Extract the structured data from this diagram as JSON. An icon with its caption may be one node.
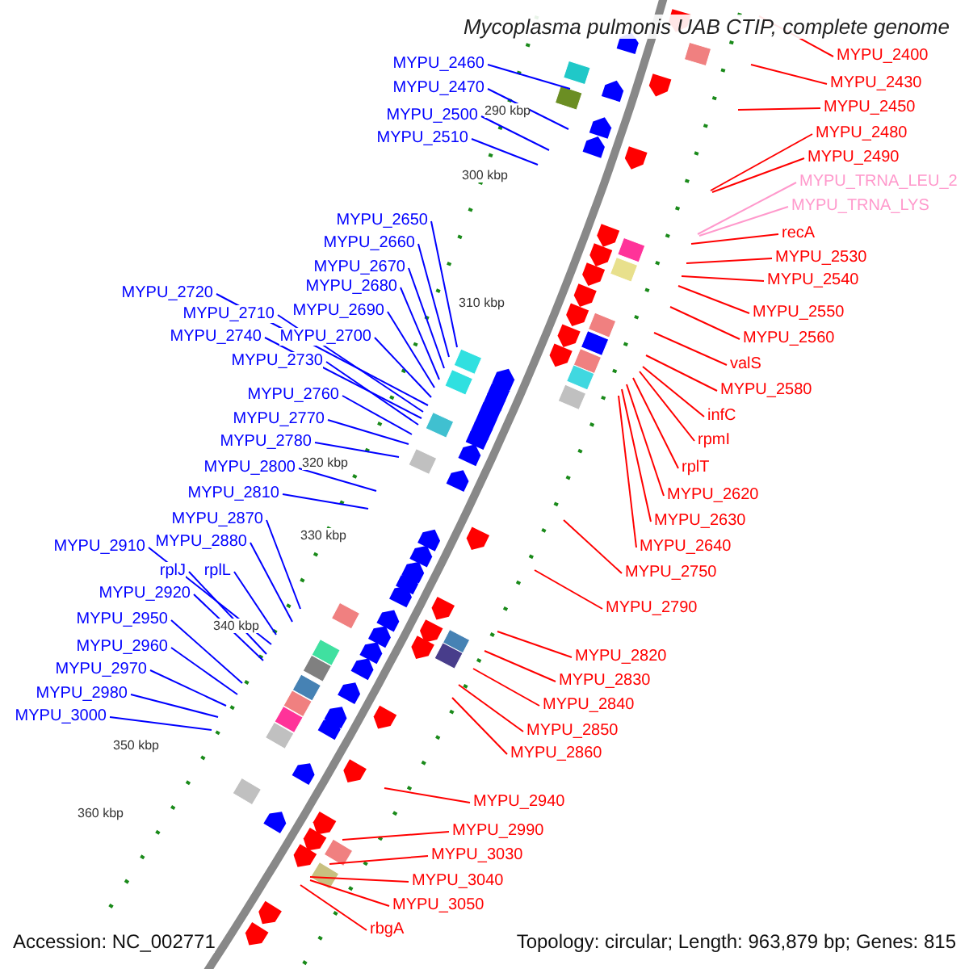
{
  "diagram": {
    "title": "Mycoplasma pulmonis UAB CTIP, complete genome",
    "nodes": [
      {
        "text": [
          "MYPU_2460"
        ]
      },
      {
        "text": [
          "MYPU_2470"
        ]
      },
      {
        "text": [
          "MYPU_2500"
        ]
      },
      {
        "text": [
          "MYPU_2510"
        ]
      },
      {
        "text": [
          "MYPU_2650"
        ]
      },
      {
        "text": [
          "MYPU_2660"
        ]
      },
      {
        "text": [
          "MYPU_2670"
        ]
      },
      {
        "text": [
          "MYPU_2680"
        ]
      },
      {
        "text": [
          "MYPU_2690"
        ]
      },
      {
        "text": [
          "MYPU_2700"
        ]
      },
      {
        "text": [
          "MYPU_2720"
        ]
      },
      {
        "text": [
          "MYPU_2710"
        ]
      },
      {
        "text": [
          "MYPU_2740"
        ]
      },
      {
        "text": [
          "MYPU_2730"
        ]
      },
      {
        "text": [
          "MYPU_2760"
        ]
      },
      {
        "text": [
          "MYPU_2770"
        ]
      },
      {
        "text": [
          "MYPU_2780"
        ]
      },
      {
        "text": [
          "MYPU_2800"
        ]
      },
      {
        "text": [
          "MYPU_2810"
        ]
      },
      {
        "text": [
          "MYPU_2870"
        ]
      },
      {
        "text": [
          "MYPU_2880"
        ]
      },
      {
        "text": [
          "MYPU_2910"
        ]
      },
      {
        "text": [
          "rplJ"
        ]
      },
      {
        "text": [
          "rplL"
        ]
      },
      {
        "text": [
          "MYPU_2920"
        ]
      },
      {
        "text": [
          "MYPU_2950"
        ]
      },
      {
        "text": [
          "MYPU_2960"
        ]
      },
      {
        "text": [
          "MYPU_2970"
        ]
      },
      {
        "text": [
          "MYPU_2980"
        ]
      },
      {
        "text": [
          "MYPU_3000"
        ]
      },
      {
        "text": [
          "MYPU_2400"
        ]
      },
      {
        "text": [
          "MYPU_2430"
        ]
      },
      {
        "text": [
          "MYPU_2450"
        ]
      },
      {
        "text": [
          "MYPU_2480"
        ]
      },
      {
        "text": [
          "MYPU_2490"
        ]
      },
      {
        "text": [
          "MYPU_TRNA_LEU_2"
        ]
      },
      {
        "text": [
          "MYPU_TRNA_LYS"
        ]
      },
      {
        "text": [
          "recA"
        ]
      },
      {
        "text": [
          "MYPU_2530"
        ]
      },
      {
        "text": [
          "MYPU_2540"
        ]
      },
      {
        "text": [
          "MYPU_2550"
        ]
      },
      {
        "text": [
          "MYPU_2560"
        ]
      },
      {
        "text": [
          "valS"
        ]
      },
      {
        "text": [
          "MYPU_2580"
        ]
      },
      {
        "text": [
          "infC"
        ]
      },
      {
        "text": [
          "rpmI"
        ]
      },
      {
        "text": [
          "rplT"
        ]
      },
      {
        "text": [
          "MYPU_2620"
        ]
      },
      {
        "text": [
          "MYPU_2630"
        ]
      },
      {
        "text": [
          "MYPU_2640"
        ]
      },
      {
        "text": [
          "MYPU_2750"
        ]
      },
      {
        "text": [
          "MYPU_2790"
        ]
      },
      {
        "text": [
          "MYPU_2820"
        ]
      },
      {
        "text": [
          "MYPU_2830"
        ]
      },
      {
        "text": [
          "MYPU_2840"
        ]
      },
      {
        "text": [
          "MYPU_2850"
        ]
      },
      {
        "text": [
          "MYPU_2860"
        ]
      },
      {
        "text": [
          "MYPU_2940"
        ]
      },
      {
        "text": [
          "MYPU_2990"
        ]
      },
      {
        "text": [
          "MYPU_3030"
        ]
      },
      {
        "text": [
          "MYPU_3040"
        ]
      },
      {
        "text": [
          "MYPU_3050"
        ]
      },
      {
        "text": [
          "rbgA"
        ]
      }
    ],
    "edges": [
      {
        "from": 0,
        "to": null,
        "arrow": "none",
        "color": "#0000ff"
      },
      {
        "from": 1,
        "to": null,
        "arrow": "none",
        "color": "#0000ff"
      },
      {
        "from": 2,
        "to": null,
        "arrow": "none",
        "color": "#0000ff"
      },
      {
        "from": 3,
        "to": null,
        "arrow": "none",
        "color": "#0000ff"
      },
      {
        "from": 4,
        "to": null,
        "arrow": "none",
        "color": "#0000ff"
      },
      {
        "from": 5,
        "to": null,
        "arrow": "none",
        "color": "#0000ff"
      },
      {
        "from": 6,
        "to": null,
        "arrow": "none",
        "color": "#0000ff"
      },
      {
        "from": 7,
        "to": null,
        "arrow": "none",
        "color": "#0000ff"
      },
      {
        "from": 8,
        "to": null,
        "arrow": "none",
        "color": "#0000ff"
      },
      {
        "from": 9,
        "to": null,
        "arrow": "none",
        "color": "#0000ff"
      },
      {
        "from": 10,
        "to": null,
        "arrow": "none",
        "color": "#0000ff"
      },
      {
        "from": 11,
        "to": null,
        "arrow": "none",
        "color": "#0000ff"
      },
      {
        "from": 12,
        "to": null,
        "arrow": "none",
        "color": "#0000ff"
      },
      {
        "from": 13,
        "to": null,
        "arrow": "none",
        "color": "#0000ff"
      },
      {
        "from": 14,
        "to": null,
        "arrow": "none",
        "color": "#0000ff"
      },
      {
        "from": 15,
        "to": null,
        "arrow": "none",
        "color": "#0000ff"
      },
      {
        "from": 16,
        "to": null,
        "arrow": "none",
        "color": "#0000ff"
      },
      {
        "from": 17,
        "to": null,
        "arrow": "none",
        "color": "#0000ff"
      },
      {
        "from": 18,
        "to": null,
        "arrow": "none",
        "color": "#0000ff"
      },
      {
        "from": 19,
        "to": null,
        "arrow": "none",
        "color": "#0000ff"
      },
      {
        "from": 20,
        "to": null,
        "arrow": "none",
        "color": "#0000ff"
      },
      {
        "from": 21,
        "to": null,
        "arrow": "none",
        "color": "#0000ff"
      },
      {
        "from": 22,
        "to": null,
        "arrow": "none",
        "color": "#0000ff"
      },
      {
        "from": 23,
        "to": null,
        "arrow": "none",
        "color": "#0000ff"
      },
      {
        "from": 24,
        "to": null,
        "arrow": "none",
        "color": "#0000ff"
      },
      {
        "from": 25,
        "to": null,
        "arrow": "none",
        "color": "#0000ff"
      },
      {
        "from": 26,
        "to": null,
        "arrow": "none",
        "color": "#0000ff"
      },
      {
        "from": 27,
        "to": null,
        "arrow": "none",
        "color": "#0000ff"
      },
      {
        "from": 28,
        "to": null,
        "arrow": "none",
        "color": "#0000ff"
      },
      {
        "from": 29,
        "to": null,
        "arrow": "none",
        "color": "#0000ff"
      },
      {
        "from": 30,
        "to": null,
        "arrow": "none"
      },
      {
        "from": 31,
        "to": null,
        "arrow": "none"
      },
      {
        "from": 32,
        "to": null,
        "arrow": "none"
      },
      {
        "from": 33,
        "to": null,
        "arrow": "none"
      },
      {
        "from": 34,
        "to": null,
        "arrow": "none"
      },
      {
        "from": 35,
        "to": null,
        "arrow": "none",
        "color": "#ff99cc"
      },
      {
        "from": 36,
        "to": null,
        "arrow": "none",
        "color": "#ff99cc"
      },
      {
        "from": 37,
        "to": null,
        "arrow": "none"
      },
      {
        "from": 38,
        "to": null,
        "arrow": "none"
      },
      {
        "from": 39,
        "to": null,
        "arrow": "none"
      },
      {
        "from": 40,
        "to": null,
        "arrow": "none"
      },
      {
        "from": 41,
        "to": null,
        "arrow": "none"
      },
      {
        "from": 42,
        "to": null,
        "arrow": "none"
      },
      {
        "from": 43,
        "to": null,
        "arrow": "none"
      },
      {
        "from": 44,
        "to": null,
        "arrow": "none"
      },
      {
        "from": 45,
        "to": null,
        "arrow": "none"
      },
      {
        "from": 46,
        "to": null,
        "arrow": "none"
      },
      {
        "from": 47,
        "to": null,
        "arrow": "none"
      },
      {
        "from": 48,
        "to": null,
        "arrow": "none"
      },
      {
        "from": 49,
        "to": null,
        "arrow": "none"
      },
      {
        "from": 50,
        "to": null,
        "arrow": "none"
      },
      {
        "from": 51,
        "to": null,
        "arrow": "none"
      },
      {
        "from": 52,
        "to": null,
        "arrow": "none"
      },
      {
        "from": 53,
        "to": null,
        "arrow": "none"
      },
      {
        "from": 54,
        "to": null,
        "arrow": "none"
      },
      {
        "from": 55,
        "to": null,
        "arrow": "none"
      },
      {
        "from": 56,
        "to": null,
        "arrow": "none"
      },
      {
        "from": 57,
        "to": null,
        "arrow": "none"
      },
      {
        "from": 58,
        "to": null,
        "arrow": "none"
      },
      {
        "from": 59,
        "to": null,
        "arrow": "none"
      },
      {
        "from": 60,
        "to": null,
        "arrow": "none"
      },
      {
        "from": 61,
        "to": null,
        "arrow": "none"
      },
      {
        "from": 62,
        "to": null,
        "arrow": "none"
      }
    ],
    "labels": [
      "290 kbp",
      "300 kbp",
      "310 kbp",
      "320 kbp",
      "330 kbp",
      "340 kbp",
      "350 kbp",
      "360 kbp",
      "Accession: NC_002771",
      "Topology: circular; Length: 963,879 bp; Genes: 815"
    ]
  }
}
